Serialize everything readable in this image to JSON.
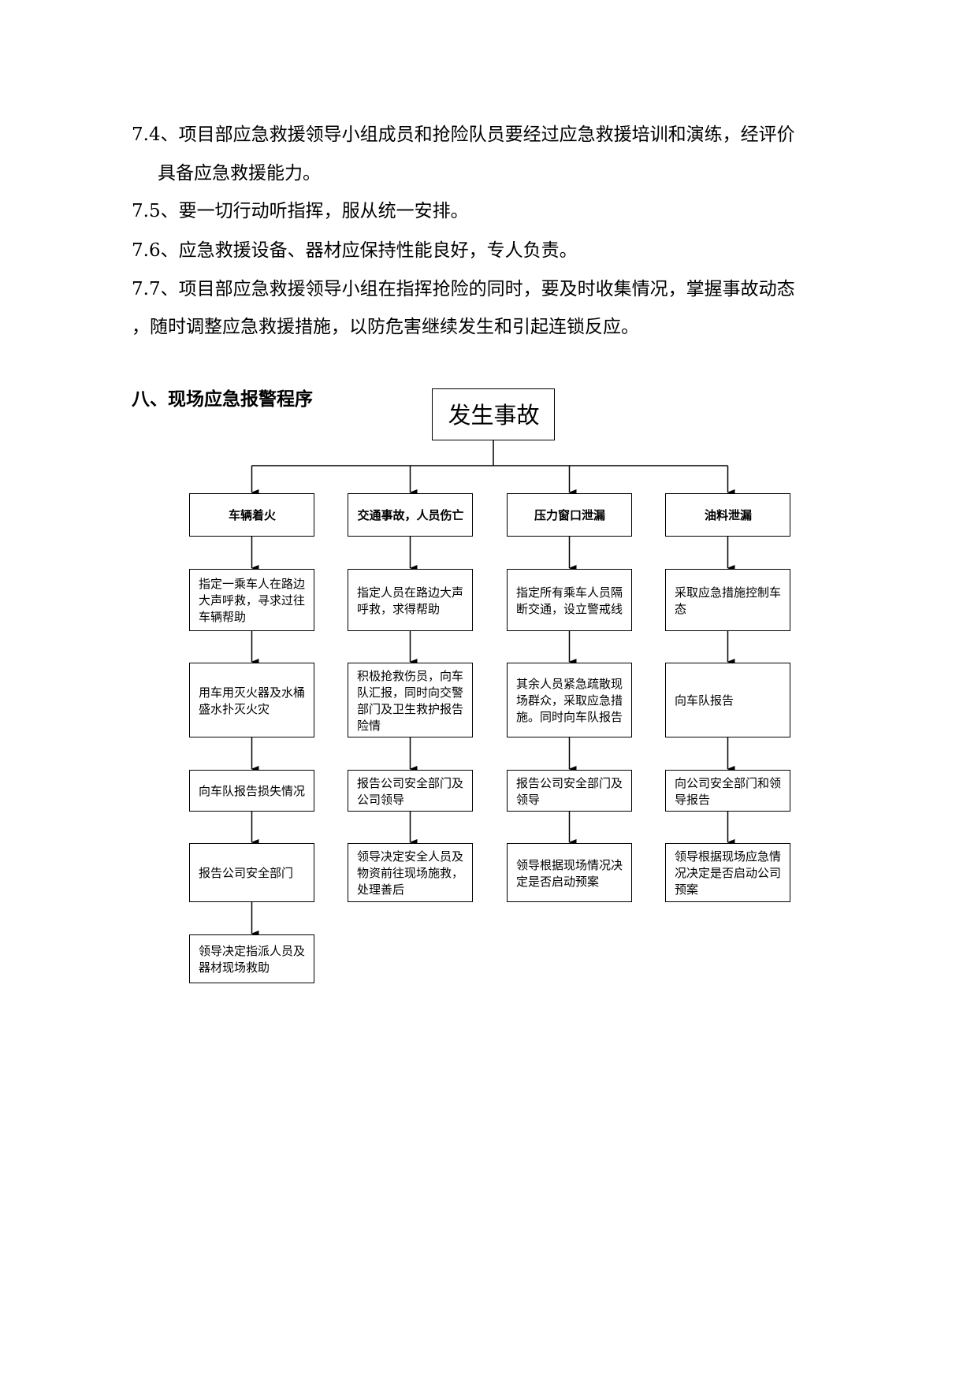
{
  "paragraphs": [
    {
      "line1": "7.4、项目部应急救援领导小组成员和抢险队员要经过应急救援培训和演练，经评价",
      "line2": "具备应急救援能力。"
    },
    {
      "line1": "7.5、要一切行动听指挥，服从统一安排。"
    },
    {
      "line1": "7.6、应急救援设备、器材应保持性能良好，专人负责。"
    },
    {
      "line1": "7.7、项目部应急救援领导小组在指挥抢险的同时，要及时收集情况，掌握事故动态",
      "line2": "，随时调整应急救援措施，以防危害继续发生和引起连锁反应。"
    }
  ],
  "section_heading": "八、现场应急报警程序",
  "flowchart": {
    "root": "发生事故",
    "columns": [
      {
        "header": "车辆着火",
        "steps": [
          "指定一乘车人在路边大声呼救，寻求过往车辆帮助",
          "用车用灭火器及水桶盛水扑灭火灾",
          "向车队报告损失情况",
          "报告公司安全部门",
          "领导决定指派人员及器材现场救助"
        ]
      },
      {
        "header": "交通事故，人员伤亡",
        "steps": [
          "指定人员在路边大声呼救，求得帮助",
          "积极抢救伤员，向车队汇报，同时向交警部门及卫生救护报告险情",
          "报告公司安全部门及公司领导",
          "领导决定安全人员及物资前往现场施救，处理善后"
        ]
      },
      {
        "header": "压力窗口泄漏",
        "steps": [
          "指定所有乘车人员隔断交通，设立警戒线",
          "其余人员紧急疏散现场群众，采取应急措施。同时向车队报告",
          "报告公司安全部门及领导",
          "领导根据现场情况决定是否启动预案"
        ]
      },
      {
        "header": "油料泄漏",
        "steps": [
          "采取应急措施控制车态",
          "向车队报告",
          "向公司安全部门和领导报告",
          "领导根据现场应急情况决定是否启动公司预案"
        ]
      }
    ]
  }
}
